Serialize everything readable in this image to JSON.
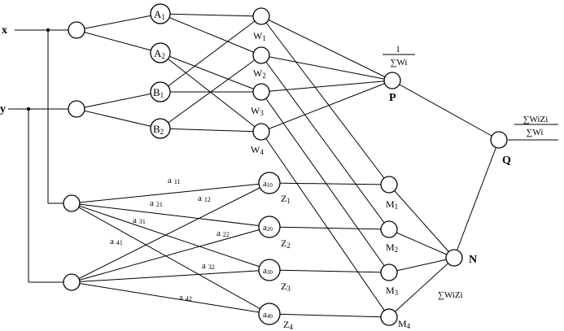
{
  "inputs": {
    "x": "x",
    "y": "y"
  },
  "membership": {
    "a1": "A",
    "a1_sub": "1",
    "a2": "A",
    "a2_sub": "2",
    "b1": "B",
    "b1_sub": "1",
    "b2": "B",
    "b2_sub": "2"
  },
  "weights": [
    {
      "base": "W",
      "sub": "1"
    },
    {
      "base": "W",
      "sub": "2"
    },
    {
      "base": "W",
      "sub": "3"
    },
    {
      "base": "W",
      "sub": "4"
    }
  ],
  "normalizer": {
    "node": "P",
    "formula_num": "1",
    "formula_den": "∑Wi"
  },
  "output": {
    "node": "Q",
    "formula_num": "∑WiZi",
    "formula_den": "∑Wi"
  },
  "summer": {
    "node": "N",
    "formula": "∑WiZi"
  },
  "consequents": [
    {
      "inside": "a",
      "inside_sub": "10",
      "label": "Z",
      "label_sub": "1"
    },
    {
      "inside": "a",
      "inside_sub": "20",
      "label": "Z",
      "label_sub": "2"
    },
    {
      "inside": "a",
      "inside_sub": "30",
      "label": "Z",
      "label_sub": "3"
    },
    {
      "inside": "a",
      "inside_sub": "40",
      "label": "Z",
      "label_sub": "4"
    }
  ],
  "multipliers": [
    {
      "base": "M",
      "sub": "1"
    },
    {
      "base": "M",
      "sub": "2"
    },
    {
      "base": "M",
      "sub": "3"
    },
    {
      "base": "M",
      "sub": "4"
    }
  ],
  "coefficients": [
    {
      "base": "a",
      "sub": "11"
    },
    {
      "base": "a",
      "sub": "12"
    },
    {
      "base": "a",
      "sub": "21"
    },
    {
      "base": "a",
      "sub": "22"
    },
    {
      "base": "a",
      "sub": "31"
    },
    {
      "base": "a",
      "sub": "32"
    },
    {
      "base": "a",
      "sub": "41"
    },
    {
      "base": "a",
      "sub": "42"
    }
  ]
}
